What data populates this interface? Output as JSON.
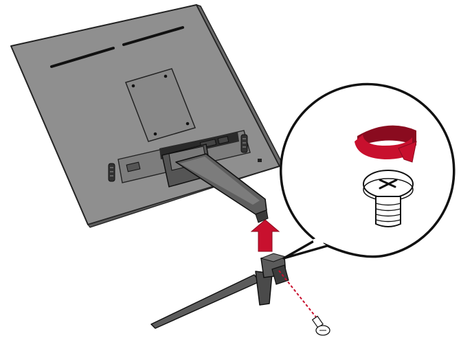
{
  "illustration": {
    "subject": "monitor-stand-assembly",
    "colors": {
      "panel_fill": "#8f8f8f",
      "panel_stroke": "#222222",
      "stand_fill": "#6f6f6f",
      "stand_dark": "#3a3a3a",
      "accent": "#c8102e",
      "callout_stroke": "#111111",
      "screw_fill": "#ffffff"
    },
    "icons": [
      "monitor-back-panel",
      "stand-neck",
      "stand-base",
      "arrow-up-icon",
      "rotate-clockwise-icon",
      "thumbscrew-icon",
      "dashed-guide-line"
    ]
  }
}
